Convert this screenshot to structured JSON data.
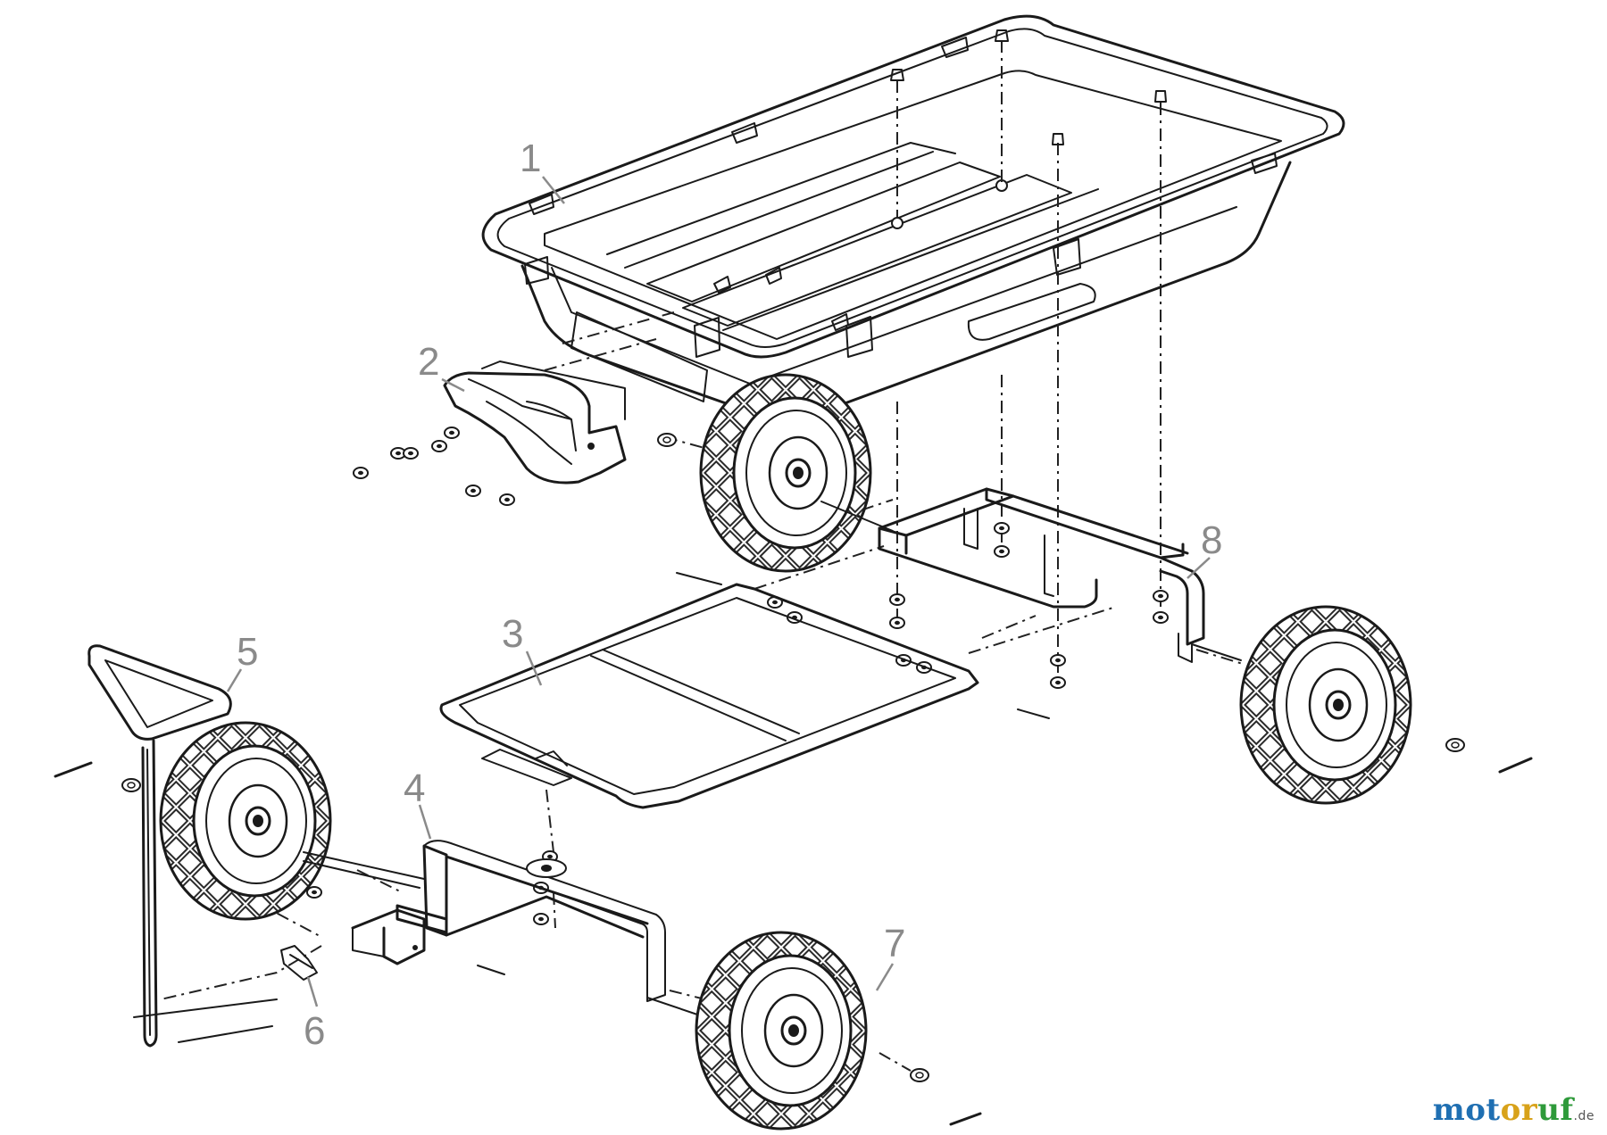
{
  "callouts": [
    "1",
    "2",
    "3",
    "4",
    "5",
    "6",
    "7",
    "8"
  ],
  "watermark": {
    "part1": "mot",
    "part2": "or",
    "part3": "uf",
    "tld": ".de"
  }
}
